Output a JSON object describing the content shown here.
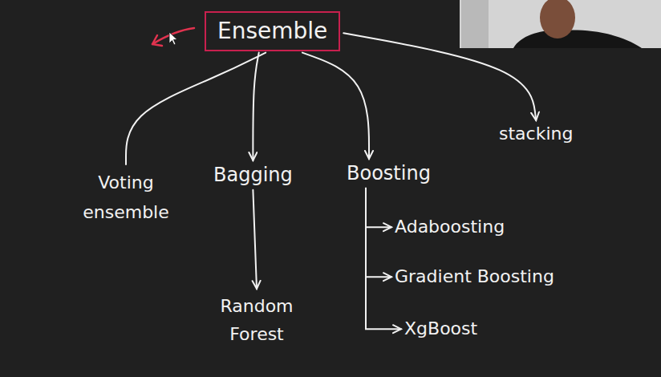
{
  "diagram": {
    "nodes": [
      {
        "text": [
          "Ensemble"
        ]
      },
      {
        "text": [
          "Voting ensemble"
        ]
      },
      {
        "text": [
          "Bagging"
        ]
      },
      {
        "text": [
          "Boosting"
        ]
      },
      {
        "text": [
          "stacking"
        ]
      },
      {
        "text": [
          "Random Forest"
        ]
      },
      {
        "text": [
          "Adaboosting"
        ]
      },
      {
        "text": [
          "Gradient Boosting"
        ]
      },
      {
        "text": [
          "XgBoost"
        ]
      }
    ],
    "edges": [
      {
        "from": 0,
        "to": 1,
        "arrow": "none"
      },
      {
        "from": 0,
        "to": 2,
        "arrow": "to"
      },
      {
        "from": 0,
        "to": 3,
        "arrow": "to"
      },
      {
        "from": 0,
        "to": 4,
        "arrow": "to"
      },
      {
        "from": 2,
        "to": 5,
        "arrow": "to"
      },
      {
        "from": 3,
        "to": 6,
        "arrow": "to"
      },
      {
        "from": 3,
        "to": 7,
        "arrow": "to"
      },
      {
        "from": 3,
        "to": 8,
        "arrow": "to"
      }
    ]
  }
}
